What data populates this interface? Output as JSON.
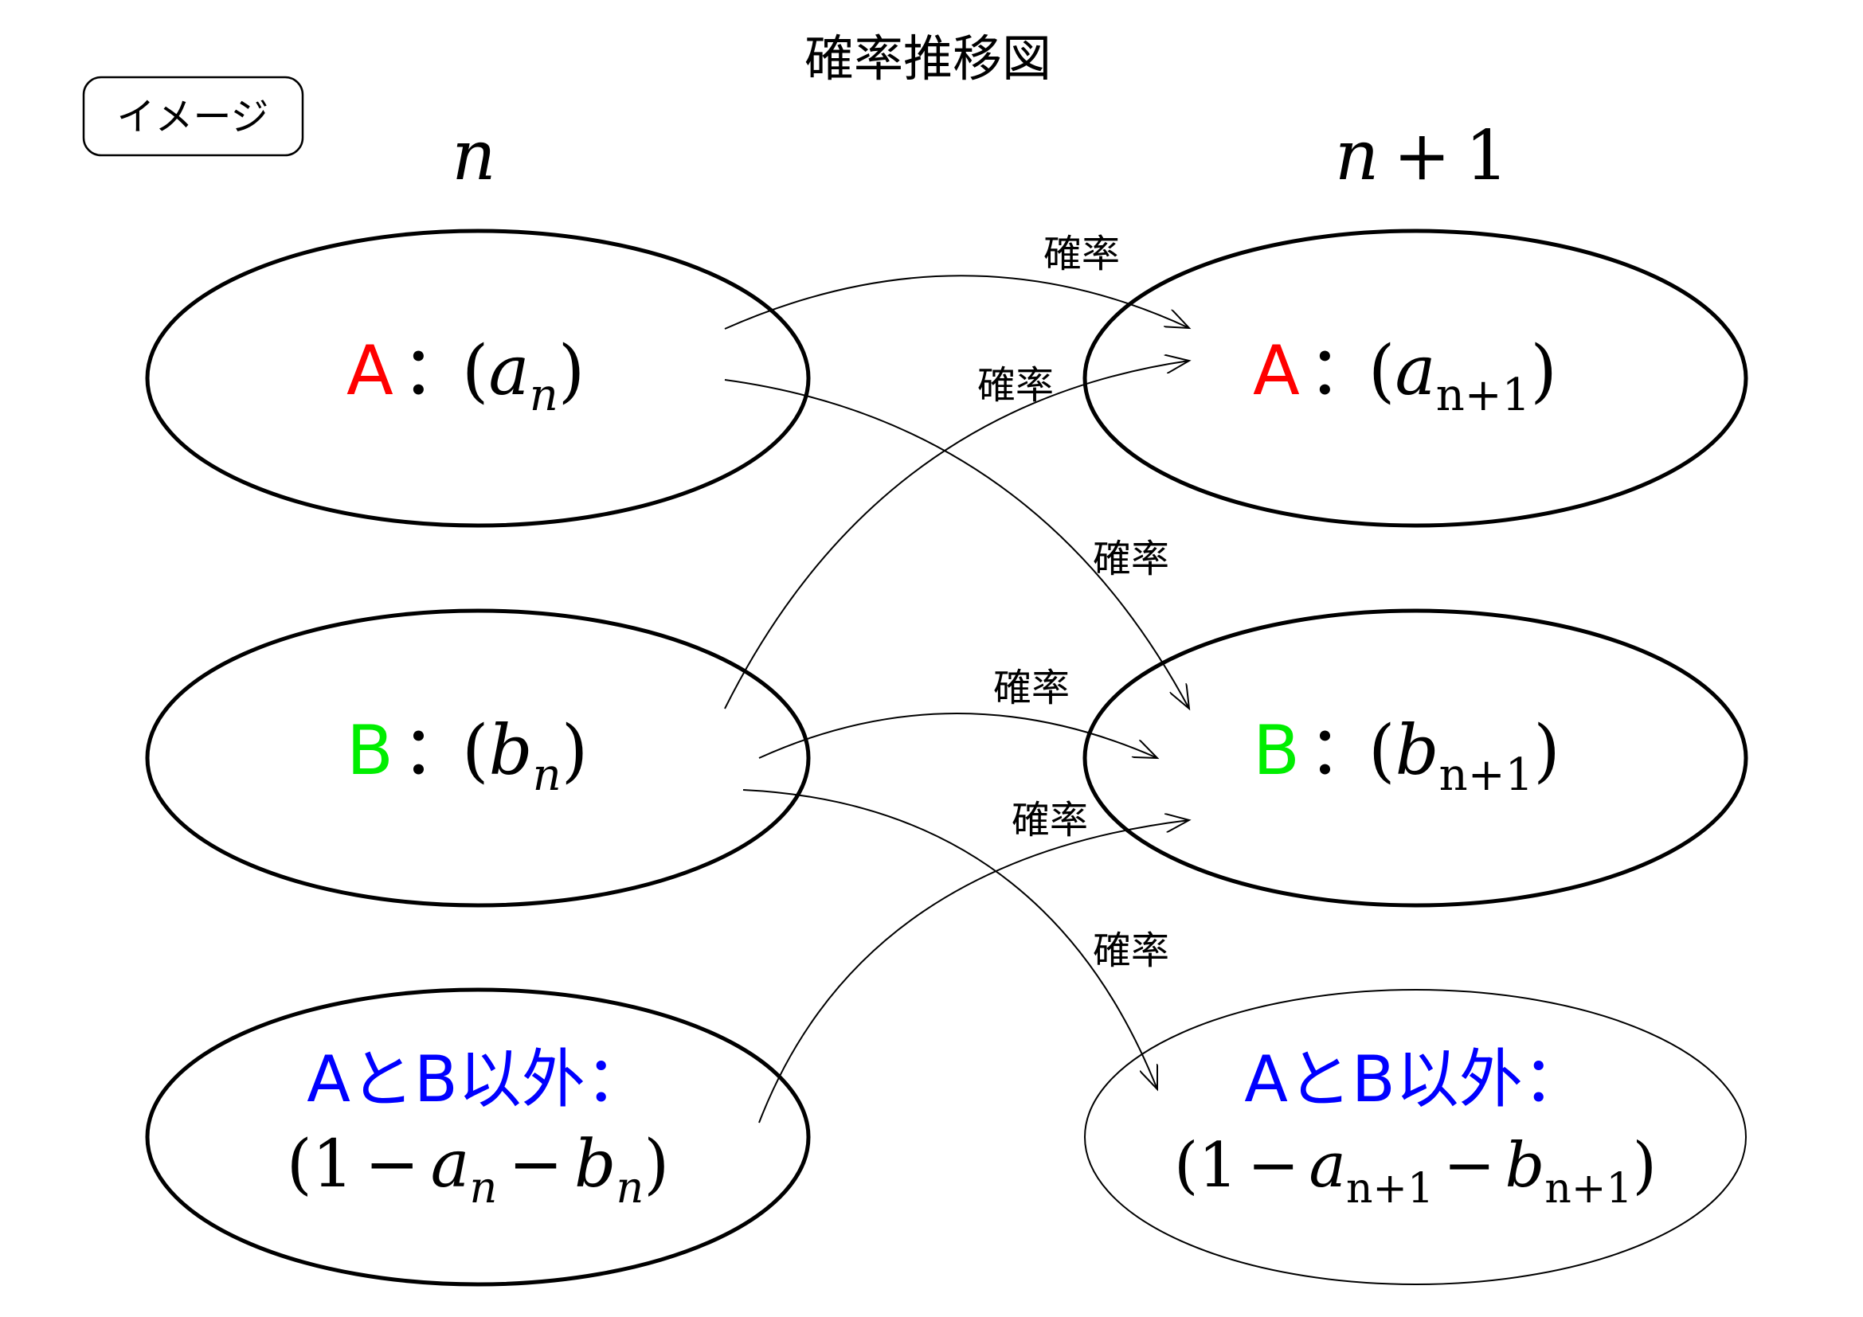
{
  "title": "確率推移図",
  "badge": "イメージ",
  "columns": {
    "left": "n",
    "right_var": "n",
    "right_op": "+",
    "right_num": "1"
  },
  "colors": {
    "A": "#ff0000",
    "B": "#00ee00",
    "other": "#0000ff",
    "stroke": "#000000"
  },
  "states": {
    "A": {
      "letter": "A",
      "colon": "：",
      "left": {
        "open": "(",
        "var": "a",
        "sub": "n",
        "close": ")"
      },
      "right": {
        "open": "(",
        "var": "a",
        "sub": "n+1",
        "close": ")"
      }
    },
    "B": {
      "letter": "B",
      "colon": "：",
      "left": {
        "open": "(",
        "var": "b",
        "sub": "n",
        "close": ")"
      },
      "right": {
        "open": "(",
        "var": "b",
        "sub": "n+1",
        "close": ")"
      }
    },
    "other": {
      "label": "AとB以外：",
      "left": {
        "open": "(1",
        "minus1": "−",
        "a": "a",
        "asub": "n",
        "minus2": "−",
        "b": "b",
        "bsub": "n",
        "close": ")"
      },
      "right": {
        "open": "(1",
        "minus1": "−",
        "a": "a",
        "asub": "n+1",
        "minus2": "−",
        "b": "b",
        "bsub": "n+1",
        "close": ")"
      }
    }
  },
  "transitions": [
    {
      "from": "A",
      "to": "A",
      "label": "確率"
    },
    {
      "from": "B",
      "to": "A",
      "label": "確率"
    },
    {
      "from": "A",
      "to": "B",
      "label": "確率"
    },
    {
      "from": "B",
      "to": "B",
      "label": "確率"
    },
    {
      "from": "other",
      "to": "B",
      "label": "確率"
    },
    {
      "from": "B",
      "to": "other",
      "label": "確率"
    }
  ]
}
